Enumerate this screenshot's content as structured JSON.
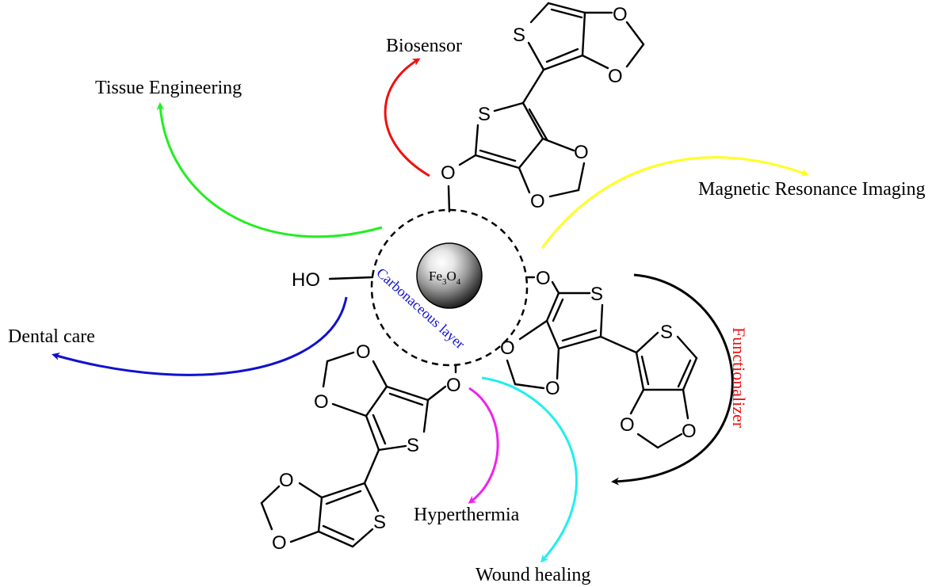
{
  "applications": {
    "biosensor": "Biosensor",
    "tissue_engineering": "Tissue Engineering",
    "mri": "Magnetic Resonance Imaging",
    "dental_care": "Dental care",
    "hyperthermia": "Hyperthermia",
    "wound_healing": "Wound healing"
  },
  "core": {
    "formula_main": "Fe",
    "formula_sub1": "3",
    "formula_o": "O",
    "formula_sub2": "4",
    "layer_label": "Carbonaceous layer"
  },
  "functionalizer_label": "Functionalizer",
  "hydroxyl_label": "HO",
  "atoms": {
    "oxygen": "O",
    "sulfur": "S"
  },
  "colors": {
    "biosensor_arrow": "#ee1111",
    "tissue_arrow": "#22ee22",
    "mri_arrow": "#ffff22",
    "dental_arrow": "#1111cc",
    "hyperthermia_arrow": "#ee22ee",
    "wound_arrow": "#22eeee",
    "functionalizer_arrow": "#000000",
    "functionalizer_text": "#ee1111",
    "layer_text": "#1010cc"
  }
}
